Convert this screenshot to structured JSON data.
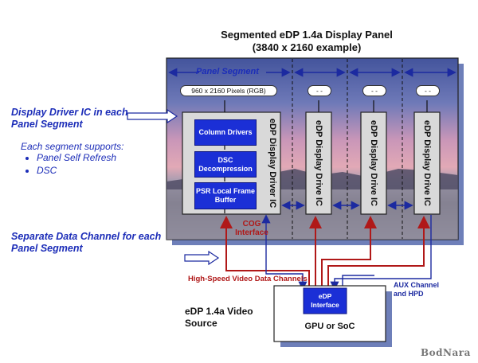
{
  "title_line1": "Segmented eDP 1.4a Display Panel",
  "title_line2": "(3840 x 2160 example)",
  "panel_segment_label": "Panel Segment",
  "pixels_label": "960 x 2160 Pixels (RGB)",
  "placeholder_pill": "- -",
  "driver_ic_label": "eDP Display Driver IC",
  "drive_ic_label": "eDP Display Drive IC",
  "blocks": {
    "column_drivers": "Column Drivers",
    "dsc_decompression": "DSC Decompression",
    "psr_buffer": "PSR Local Frame Buffer"
  },
  "cog_interface": "COG Interface",
  "left_heading_1": "Display Driver IC in each Panel Segment",
  "supports_heading": "Each segment supports:",
  "supports_items": [
    "Panel Self Refresh",
    "DSC"
  ],
  "left_heading_2": "Separate Data Channel for each Panel Segment",
  "hs_channels_label": "High-Speed Video Data Channels",
  "aux_label": "AUX Channel and HPD",
  "source_label": "eDP 1.4a Video Source",
  "edp_interface": "eDP Interface",
  "gpu_label": "GPU or SoC",
  "watermark": "BodNara",
  "colors": {
    "sky_top": "#4a5fa6",
    "sky_pink": "#d89ab4",
    "water": "#7f7d8c",
    "block_blue": "#1b2fd6",
    "red_line": "#b01818",
    "navy_line": "#1c2aa0",
    "label_blue": "#1c2db8"
  }
}
